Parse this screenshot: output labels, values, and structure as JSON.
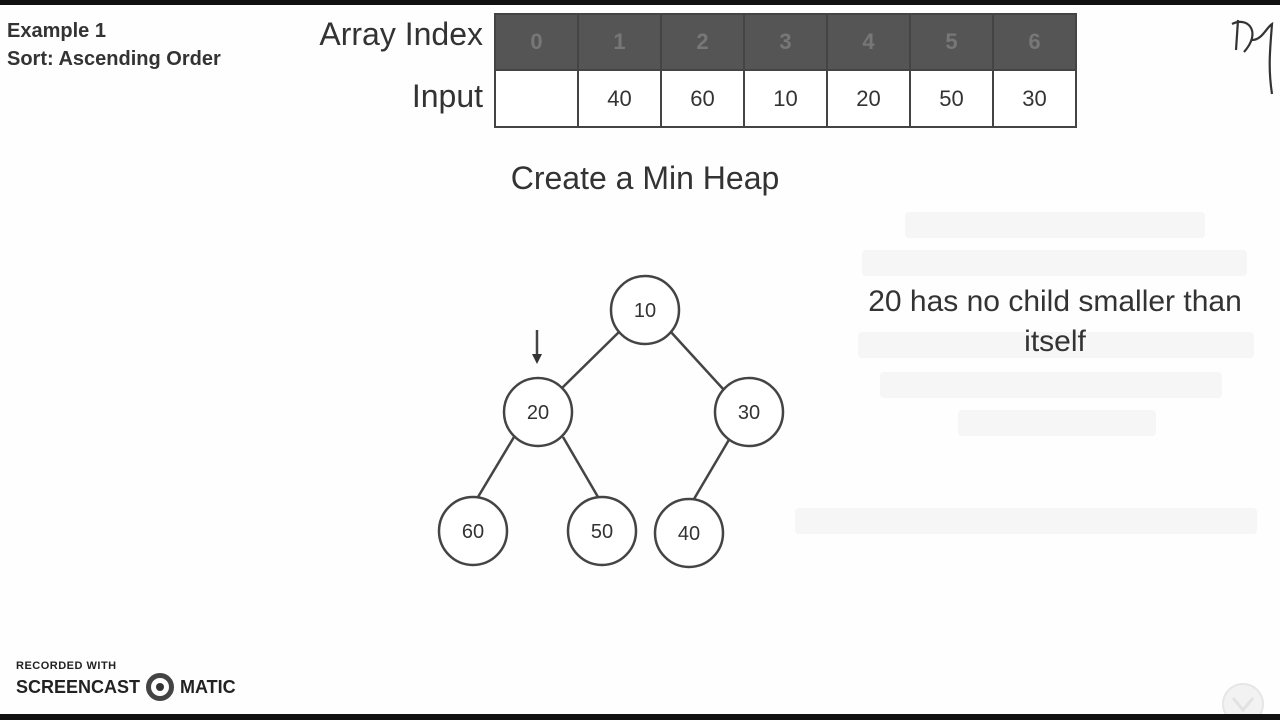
{
  "example": {
    "line1": "Example 1",
    "line2": "Sort: Ascending Order"
  },
  "array": {
    "index_label": "Array Index",
    "input_label": "Input",
    "indices": [
      "0",
      "1",
      "2",
      "3",
      "4",
      "5",
      "6"
    ],
    "inputs": [
      "",
      "40",
      "60",
      "10",
      "20",
      "50",
      "30"
    ]
  },
  "heading": "Create a Min Heap",
  "explanation": "20 has no child smaller than itself",
  "heap": {
    "nodes": [
      "10",
      "20",
      "30",
      "60",
      "50",
      "40"
    ]
  },
  "watermark": {
    "recorded_with": "RECORDED WITH",
    "brand_left": "SCREENCAST",
    "brand_right": "MATIC"
  },
  "colors": {
    "index_row_bg": "#555555",
    "border": "#444444",
    "text": "#333333"
  }
}
